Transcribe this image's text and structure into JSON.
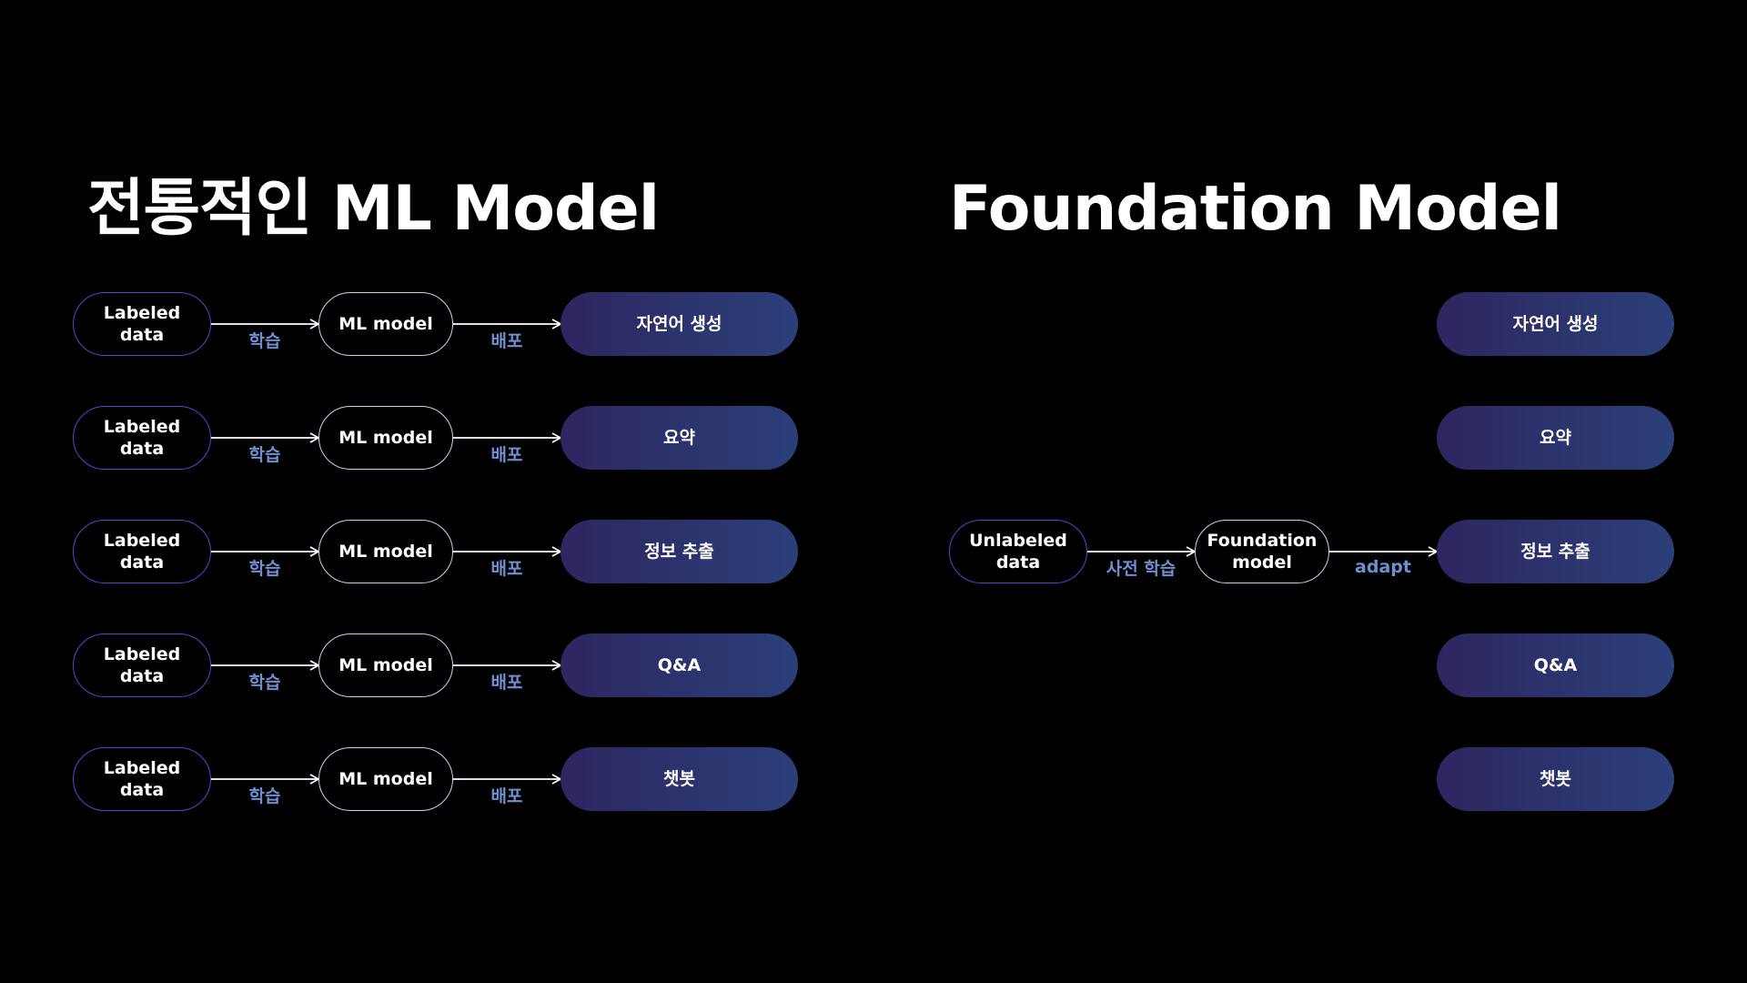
{
  "left": {
    "title": "전통적인 ML Model",
    "rows": [
      {
        "source": "Labeled\ndata",
        "model": "ML model",
        "task": "자연어 생성",
        "train_label": "학습",
        "deploy_label": "배포"
      },
      {
        "source": "Labeled\ndata",
        "model": "ML model",
        "task": "요약",
        "train_label": "학습",
        "deploy_label": "배포"
      },
      {
        "source": "Labeled\ndata",
        "model": "ML model",
        "task": "정보 추출",
        "train_label": "학습",
        "deploy_label": "배포"
      },
      {
        "source": "Labeled\ndata",
        "model": "ML model",
        "task": "Q&A",
        "train_label": "학습",
        "deploy_label": "배포"
      },
      {
        "source": "Labeled\ndata",
        "model": "ML model",
        "task": "챗봇",
        "train_label": "학습",
        "deploy_label": "배포"
      }
    ]
  },
  "right": {
    "title": "Foundation Model",
    "source": "Unlabeled\ndata",
    "model": "Foundation\nmodel",
    "pretrain_label": "사전 학습",
    "adapt_label": "adapt",
    "tasks": [
      "자연어 생성",
      "요약",
      "정보 추출",
      "Q&A",
      "챗봇"
    ]
  },
  "colors": {
    "background": "#000000",
    "data_border": "#5b43d6",
    "model_border": "#c9d4f2",
    "task_gradient_start": "#2e2660",
    "task_gradient_end": "#2b3f78",
    "edge_label": "#6f8fcf",
    "arrow": "#ffffff"
  }
}
